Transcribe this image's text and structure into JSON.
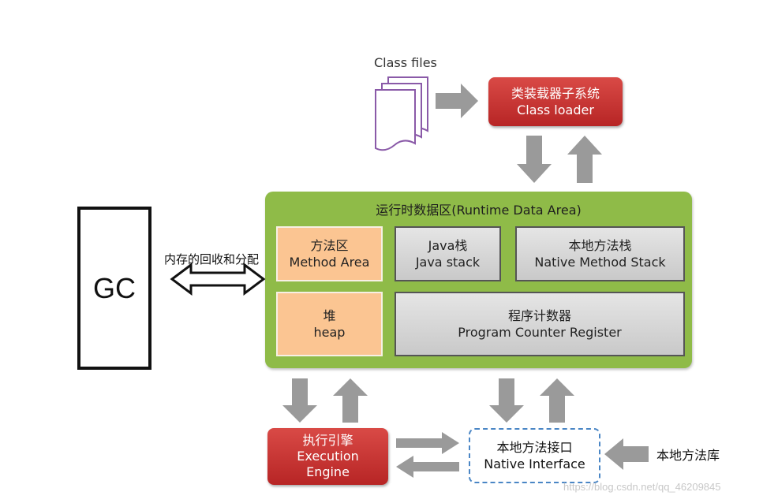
{
  "gc": {
    "label": "GC",
    "arrow_label": "内存的回收和分配"
  },
  "class_files": {
    "label": "Class files"
  },
  "class_loader": {
    "line1": "类装载器子系统",
    "line2": "Class loader"
  },
  "runtime": {
    "title": "运行时数据区(Runtime Data Area)",
    "method_area": {
      "line1": "方法区",
      "line2": "Method Area"
    },
    "heap": {
      "line1": "堆",
      "line2": "heap"
    },
    "java_stack": {
      "line1": "Java栈",
      "line2": "Java stack"
    },
    "native_method_stack": {
      "line1": "本地方法栈",
      "line2": "Native Method Stack"
    },
    "program_counter": {
      "line1": "程序计数器",
      "line2": "Program Counter Register"
    }
  },
  "execution_engine": {
    "line1": "执行引擎",
    "line2": "Execution",
    "line3": "Engine"
  },
  "native_interface": {
    "line1": "本地方法接口",
    "line2": "Native Interface"
  },
  "native_library": {
    "label": "本地方法库"
  },
  "watermark": "https://blog.csdn.net/qq_46209845",
  "colors": {
    "red_box": "#c93434",
    "green_area": "#8fbb48",
    "orange_box": "#fbc592",
    "gray_box": "#d6d6d6",
    "arrow_gray": "#9a9a9a",
    "dashed_border": "#4a86c5",
    "file_outline": "#8a5aa8"
  }
}
